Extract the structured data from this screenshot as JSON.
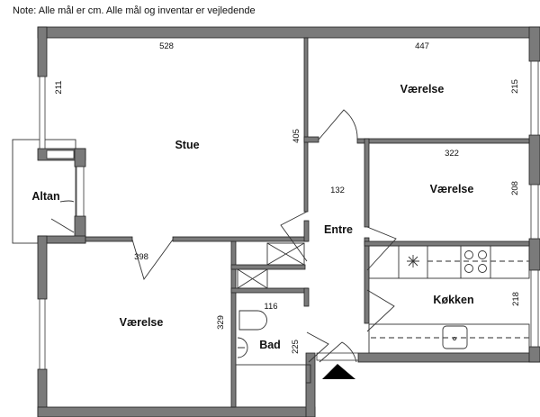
{
  "note": "Note: Alle mål er cm. Alle mål og inventar er vejledende",
  "rooms": {
    "stue": "Stue",
    "vaerelse_top": "Værelse",
    "vaerelse_mid": "Værelse",
    "vaerelse_bottom": "Værelse",
    "altan": "Altan",
    "entre": "Entre",
    "koekken": "Køkken",
    "bad": "Bad"
  },
  "dimensions": {
    "stue_width": "528",
    "stue_window": "211",
    "stue_depth": "405",
    "vaerelse_top_width": "447",
    "vaerelse_top_depth": "215",
    "vaerelse_mid_width": "322",
    "vaerelse_mid_depth": "208",
    "entre_width": "132",
    "vaerelse_bottom_width": "398",
    "vaerelse_bottom_depth": "329",
    "bad_width": "116",
    "bad_depth": "225",
    "koekken_depth": "218"
  }
}
